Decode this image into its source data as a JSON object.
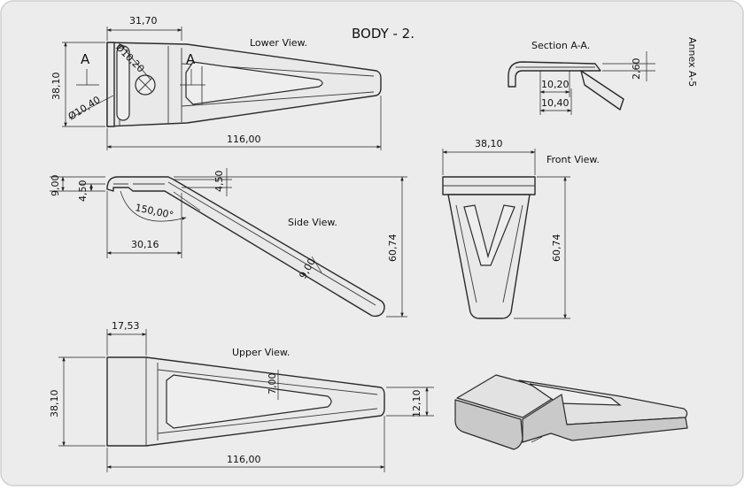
{
  "sheet": {
    "title": "BODY - 2.",
    "annex": "Annex A-5",
    "border_color": "#cfcfcf",
    "background_color": "#ececec"
  },
  "views": {
    "lower": "Lower View.",
    "side": "Side View.",
    "front": "Front View.",
    "upper": "Upper View.",
    "section": "Section A-A."
  },
  "section_markers": {
    "left": "A",
    "right": "A"
  },
  "dimensions": {
    "lower_width": "31,70",
    "lower_height": "38,10",
    "lower_hole_inner": "Ø10,20",
    "lower_hole_outer": "Ø10,40",
    "lower_length": "116,00",
    "side_total_height": "9,00",
    "side_lip_height": "4,50",
    "side_right_thickness": "4,50",
    "side_angle": "150,00°",
    "side_bend_length": "30,16",
    "side_arm_thickness": "9,00",
    "side_height": "60,74",
    "front_width": "38,10",
    "front_height": "60,74",
    "upper_width": "17,53",
    "upper_height": "38,10",
    "upper_rib": "7,00",
    "upper_tip": "12,10",
    "upper_length": "116,00",
    "section_thickness": "2,60",
    "section_inner": "10,20",
    "section_outer": "10,40"
  }
}
